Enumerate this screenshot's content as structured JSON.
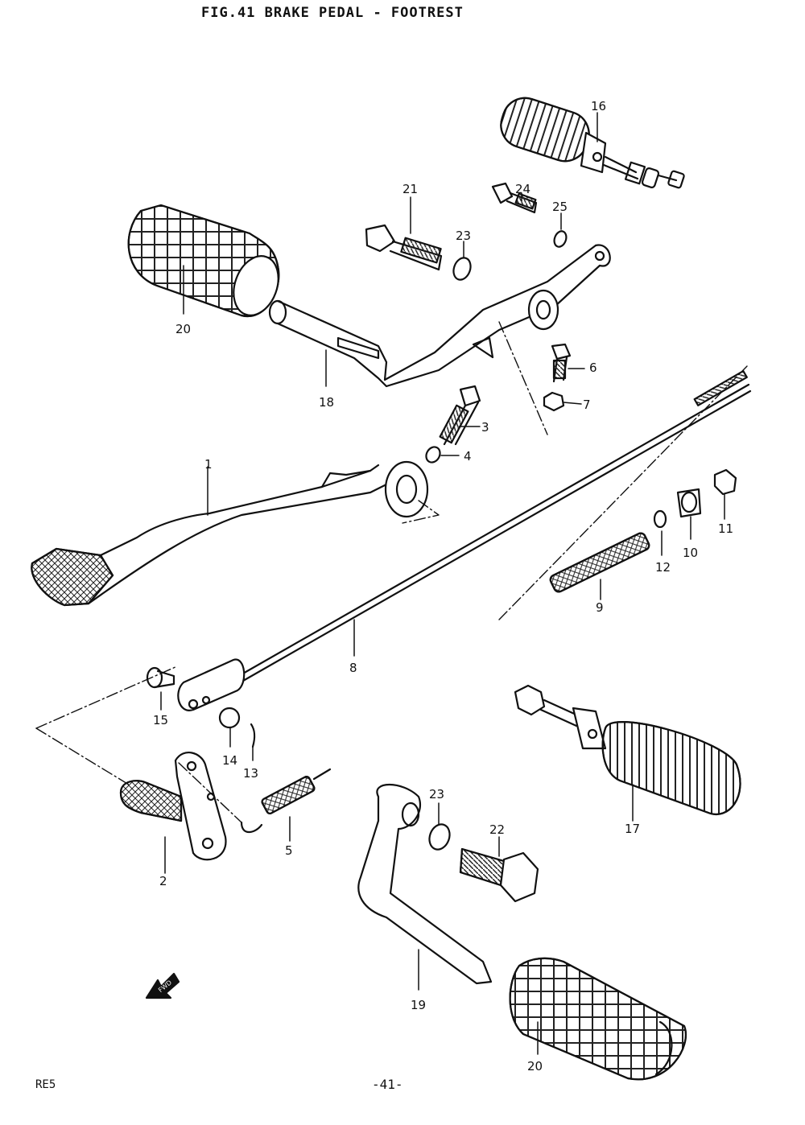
{
  "title": "FIG.41  BRAKE PEDAL - FOOTREST",
  "footer": {
    "model_code": "RE5",
    "page_number": "-41-"
  },
  "callouts": {
    "c1": "1",
    "c2": "2",
    "c3": "3",
    "c4": "4",
    "c5": "5",
    "c6": "6",
    "c7": "7",
    "c8": "8",
    "c9": "9",
    "c10": "10",
    "c11": "11",
    "c12": "12",
    "c13": "13",
    "c14": "14",
    "c15": "15",
    "c16": "16",
    "c17": "17",
    "c18": "18",
    "c19": "19",
    "c20a": "20",
    "c20b": "20",
    "c21": "21",
    "c22": "22",
    "c23a": "23",
    "c23b": "23",
    "c24": "24",
    "c25": "25"
  },
  "front_arrow_label": "FWD"
}
